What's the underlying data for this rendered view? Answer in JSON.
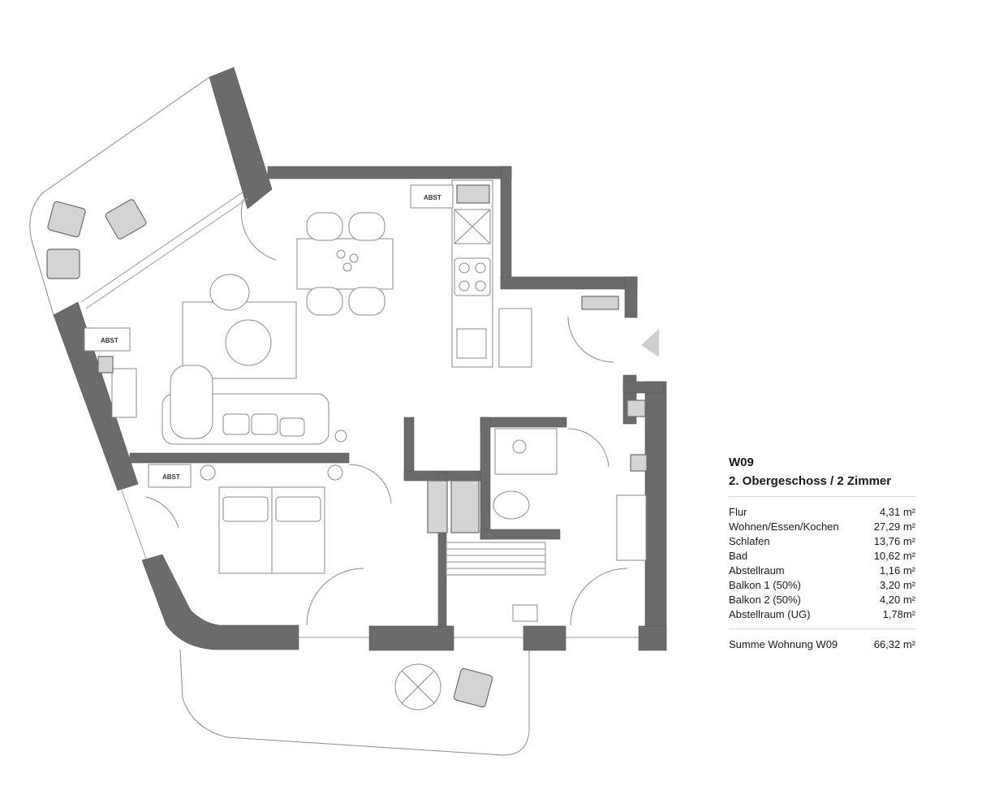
{
  "unit": {
    "title": "W09",
    "subtitle": "2. Obergeschoss / 2 Zimmer"
  },
  "areas": [
    {
      "room": "Flur",
      "area": "4,31 m²"
    },
    {
      "room": "Wohnen/Essen/Kochen",
      "area": "27,29 m²"
    },
    {
      "room": "Schlafen",
      "area": "13,76 m²"
    },
    {
      "room": "Bad",
      "area": "10,62 m²"
    },
    {
      "room": "Abstellraum",
      "area": "1,16 m²"
    },
    {
      "room": "Balkon 1 (50%)",
      "area": "3,20 m²"
    },
    {
      "room": "Balkon 2 (50%)",
      "area": "4,20 m²"
    },
    {
      "room": "Abstellraum (UG)",
      "area": "1,78m²"
    }
  ],
  "total": {
    "label": "Summe  Wohnung W09",
    "area": "66,32 m²"
  },
  "plan_labels": {
    "abst_1": "ABST",
    "abst_2": "ABST",
    "abst_3": "ABST"
  },
  "colors": {
    "wall": "#6b6b6b",
    "fixture": "#d4d4d4",
    "line": "#8a8a8a"
  }
}
